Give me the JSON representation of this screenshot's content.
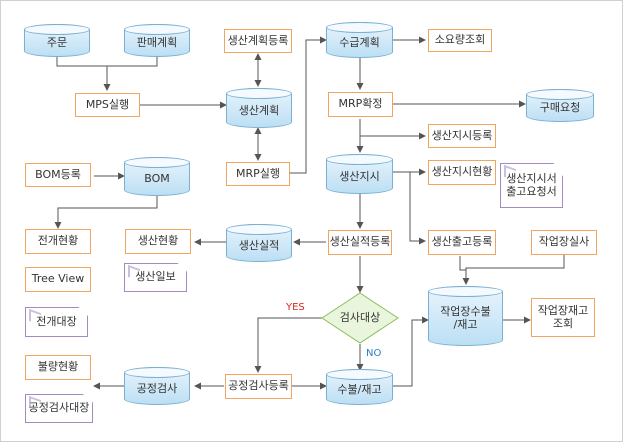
{
  "nodes": {
    "jumun": "주문",
    "panmae_plan": "판매계획",
    "mps": "MPS실행",
    "prod_plan_reg": "생산계획등록",
    "prod_plan": "생산계획",
    "mrp_run": "MRP실행",
    "supply_plan": "수급계획",
    "req_qty": "소요량조회",
    "mrp_confirm": "MRP확정",
    "purchase_req": "구매요청",
    "work_order_reg": "생산지시등록",
    "bom_reg": "BOM등록",
    "bom": "BOM",
    "work_order": "생산지시",
    "work_order_status": "생산지시현황",
    "work_order_doc_line1": "생산지시서",
    "work_order_doc_line2": "출고요청서",
    "expand_status": "전개현황",
    "prod_status": "생산현황",
    "prod_result": "생산실적",
    "prod_result_reg": "생산실적등록",
    "prod_issue_reg": "생산출고등록",
    "workshop_actual": "작업장실사",
    "tree_view": "Tree View",
    "prod_daily": "생산일보",
    "expand_ledger": "전개대장",
    "inspect_target": "검사대상",
    "yes_label": "YES",
    "no_label": "NO",
    "workshop_receipt_line1": "작업장수불",
    "workshop_receipt_line2": "/재고",
    "workshop_stock_line1": "작업장재고",
    "workshop_stock_line2": "조회",
    "defect_status": "불량현황",
    "process_inspect": "공정검사",
    "process_inspect_reg": "공정검사등록",
    "receipt_stock": "수불/재고",
    "process_inspect_ledger": "공정검사대장"
  },
  "colors": {
    "process_border": "#f0a560",
    "db_fill": "#bcdff4",
    "doc_border": "#a38bc2",
    "yes": "#d9261c",
    "no": "#2a7fc0",
    "arrow": "#555555"
  }
}
